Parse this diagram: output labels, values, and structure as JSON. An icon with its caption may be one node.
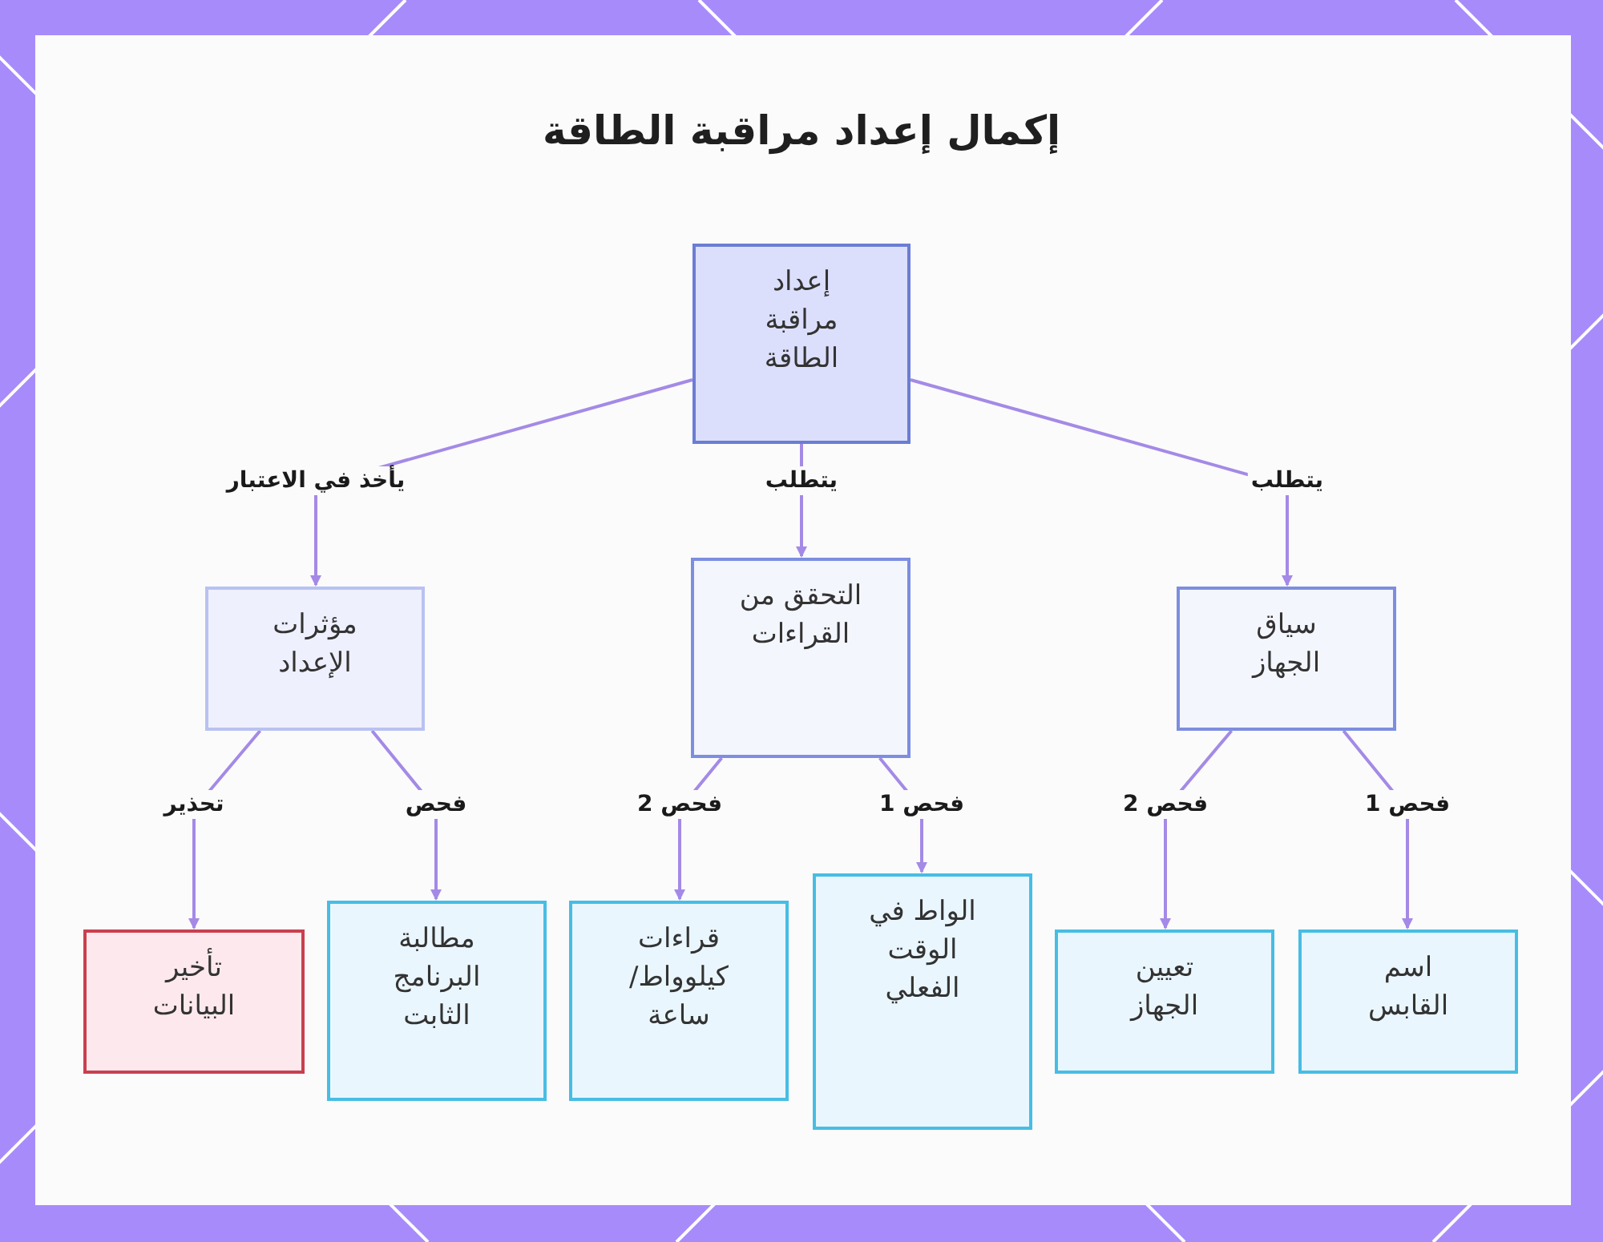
{
  "diagram": {
    "title": "إكمال إعداد مراقبة الطاقة",
    "nodes": [
      {
        "text": [
          "إعداد مراقبة الطاقة"
        ]
      },
      {
        "text": [
          "مؤثرات الإعداد"
        ]
      },
      {
        "text": [
          "التحقق من القراءات"
        ]
      },
      {
        "text": [
          "سياق الجهاز"
        ]
      },
      {
        "text": [
          "تأخير البيانات"
        ]
      },
      {
        "text": [
          "مطالبة البرنامج الثابت"
        ]
      },
      {
        "text": [
          "قراءات كيلوواط/ ساعة"
        ]
      },
      {
        "text": [
          "الواط في الوقت الفعلي"
        ]
      },
      {
        "text": [
          "تعيين الجهاز"
        ]
      },
      {
        "text": [
          "اسم القابس"
        ]
      }
    ],
    "edges": [
      {
        "from": 0,
        "to": 1,
        "arrow": "to",
        "label": "يأخذ في الاعتبار"
      },
      {
        "from": 0,
        "to": 2,
        "arrow": "to",
        "label": "يتطلب"
      },
      {
        "from": 0,
        "to": 3,
        "arrow": "to",
        "label": "يتطلب"
      },
      {
        "from": 1,
        "to": 4,
        "arrow": "to",
        "label": "تحذير"
      },
      {
        "from": 1,
        "to": 5,
        "arrow": "to",
        "label": "فحص"
      },
      {
        "from": 2,
        "to": 6,
        "arrow": "to",
        "label": "فحص 2"
      },
      {
        "from": 2,
        "to": 7,
        "arrow": "to",
        "label": "فحص 1"
      },
      {
        "from": 3,
        "to": 8,
        "arrow": "to",
        "label": "فحص 2"
      },
      {
        "from": 3,
        "to": 9,
        "arrow": "to",
        "label": "فحص 1"
      }
    ]
  }
}
